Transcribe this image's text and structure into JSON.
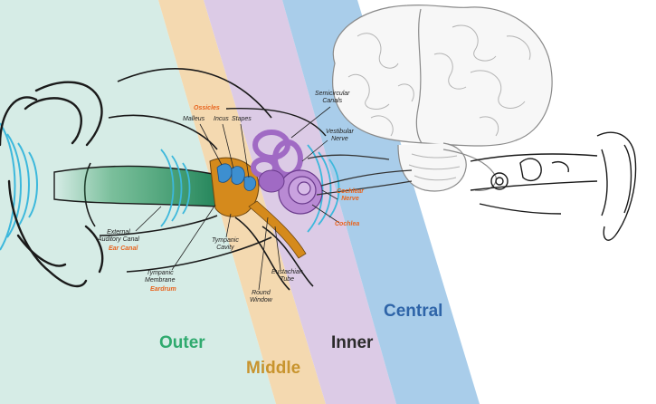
{
  "colors": {
    "outer_band": "#d6ece6",
    "middle_band": "#f4d9b0",
    "inner_band": "#dccbe6",
    "central_band": "#a9cdea",
    "outer_text": "#2faa6e",
    "middle_text": "#c8942e",
    "inner_text": "#2a2a2a",
    "central_text": "#2e64a8",
    "orange_label": "#e8641e",
    "canal_green": "#2f9a5e",
    "ossicle_orange": "#d58a1c",
    "cochlea_purple": "#a06ac4",
    "sound_wave": "#3cb8dc"
  },
  "regions": {
    "outer": "Outer",
    "middle": "Middle",
    "inner": "Inner",
    "central": "Central"
  },
  "labels": {
    "ossicles": "Ossicles",
    "malleus": "Malleus",
    "incus": "Incus",
    "stapes": "Stapes",
    "semicircular_canals": "Semicircular\nCanals",
    "vestibular_nerve": "Vestibular\nNerve",
    "cochlear_nerve": "Cochlear\nNerve",
    "cochlea": "Cochlea",
    "external_auditory_canal": "External\nAuditory Canal",
    "ear_canal": "Ear Canal",
    "tympanic_cavity": "Tympanic\nCavity",
    "tympanic_membrane": "Tympanic\nMembrane",
    "eardrum": "Eardrum",
    "round_window": "Round\nWindow",
    "eustachian_tube": "Eustachian\nTube"
  }
}
